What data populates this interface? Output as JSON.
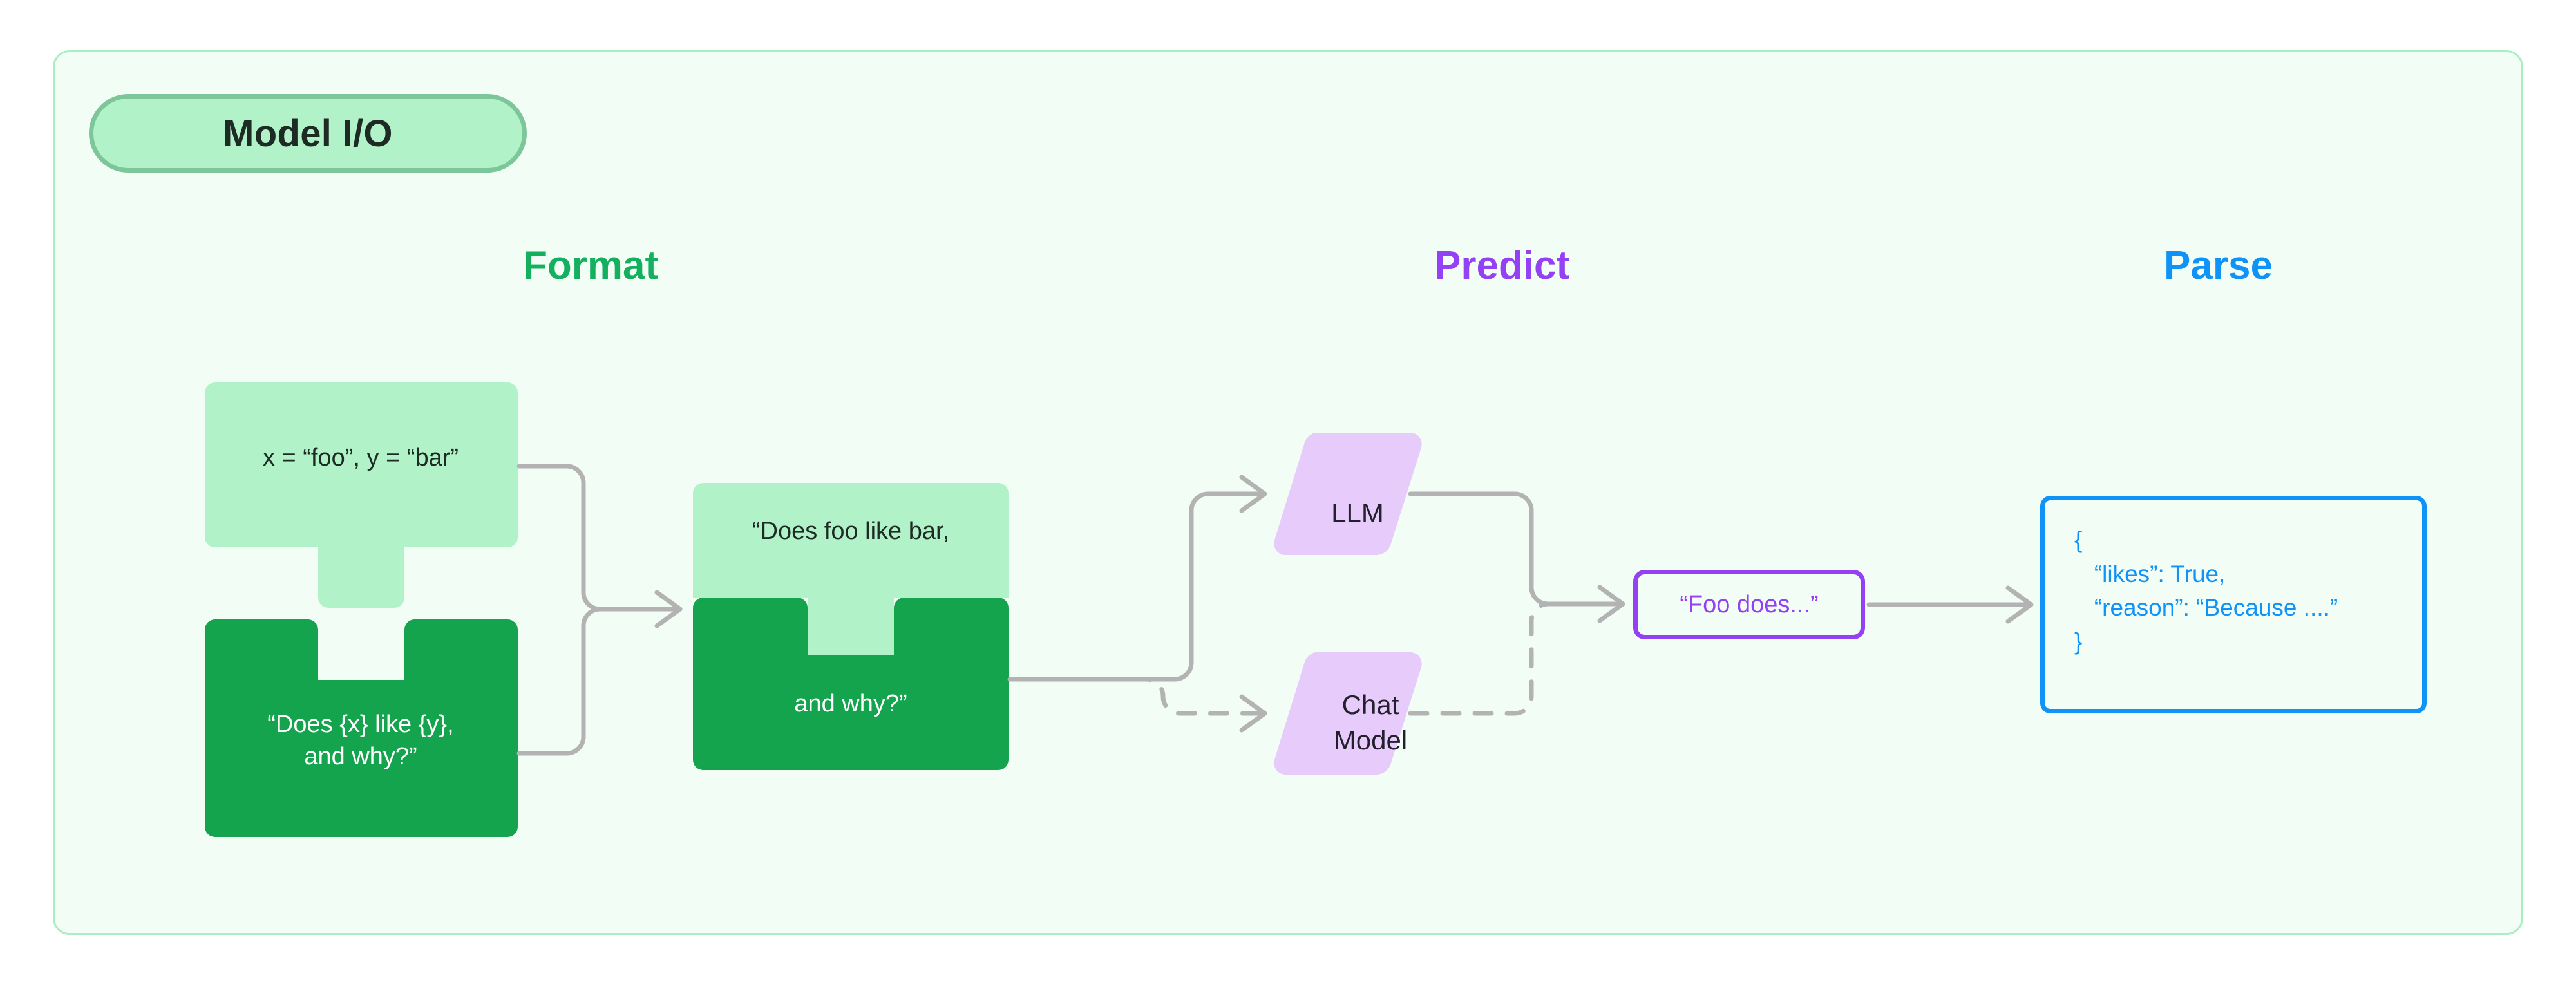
{
  "diagram": {
    "badge_label": "Model I/O",
    "colors": {
      "panel_bg": "#f2fdf5",
      "panel_border": "#a9eec2",
      "badge_bg": "#b2f2c9",
      "badge_border": "#7cc69a",
      "green_light": "#b2f2c9",
      "green_dark": "#14a44d",
      "purple_fill": "#e7ccfb",
      "purple_accent": "#9441f5",
      "blue_accent": "#0f93f7",
      "green_accent": "#15b05f",
      "wire": "#b3b3b3"
    },
    "headings": [
      {
        "label": "Format",
        "color": "#15b05f"
      },
      {
        "label": "Predict",
        "color": "#9441f5"
      },
      {
        "label": "Parse",
        "color": "#0f93f7"
      }
    ],
    "format_stage": {
      "variables_piece": "x = “foo”, y = “bar”",
      "template_piece": "“Does {x} like {y},\nand why?”",
      "prompt_piece_top": "“Does foo like bar,",
      "prompt_piece_bottom": "and why?”"
    },
    "predict_stage": {
      "llm_label": "LLM",
      "chat_model_label": "Chat\nModel",
      "completion_text": "“Foo does...”"
    },
    "parse_stage": {
      "json_lines": [
        "{",
        "   “likes”: True,",
        "   “reason”: “Because ....”",
        "}"
      ]
    }
  }
}
